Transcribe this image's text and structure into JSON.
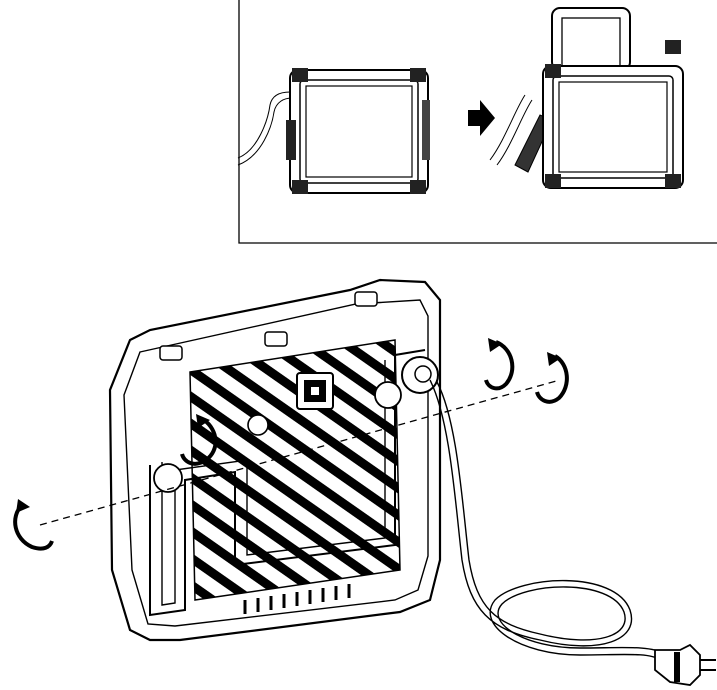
{
  "figure": {
    "kind": "assembly-illustration",
    "inset": {
      "steps": [
        "lamp-folded",
        "lamp-with-stand-opened"
      ],
      "transition_icon": "right-arrow-icon"
    },
    "main": {
      "subject": "work-light-rear-view",
      "rotation_icons": [
        "rotate-arrow-icon",
        "rotate-arrow-icon",
        "rotate-arrow-icon",
        "rotate-arrow-icon"
      ],
      "details": [
        "power-switch",
        "mains-cable",
        "plug"
      ]
    },
    "colors": {
      "line": "#000000",
      "background": "#ffffff",
      "hatch": "#000000"
    }
  }
}
